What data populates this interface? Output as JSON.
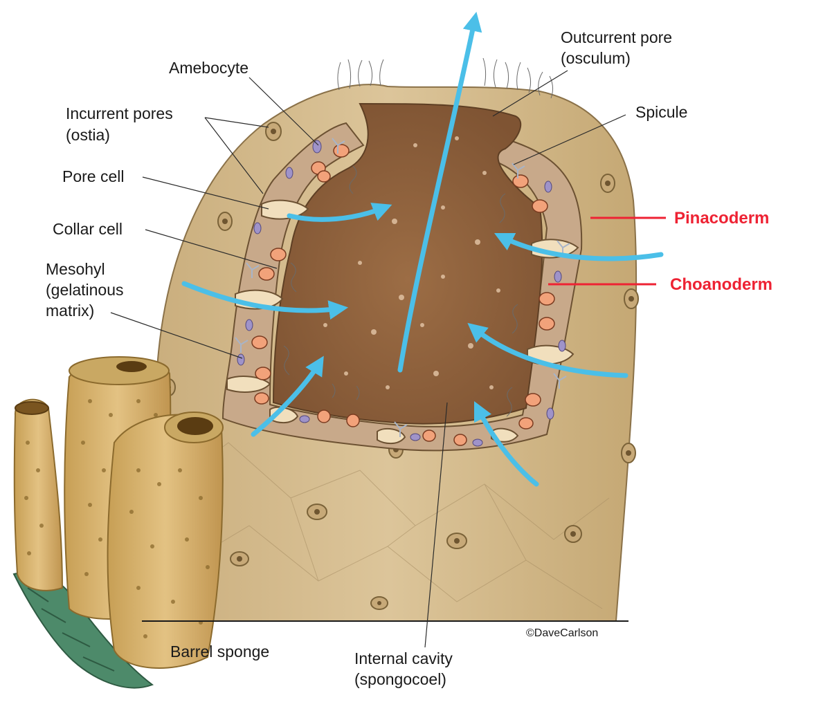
{
  "labels": {
    "outcurrent_pore": [
      "Outcurrent pore",
      "(osculum)"
    ],
    "amebocyte": [
      "Amebocyte"
    ],
    "incurrent_pores": [
      "Incurrent pores",
      "(ostia)"
    ],
    "spicule": [
      "Spicule"
    ],
    "pore_cell": [
      "Pore cell"
    ],
    "collar_cell": [
      "Collar cell"
    ],
    "mesohyl": [
      "Mesohyl",
      "(gelatinous",
      "matrix)"
    ],
    "barrel_sponge": [
      "Barrel sponge"
    ],
    "internal_cavity": [
      "Internal cavity",
      "(spongocoel)"
    ]
  },
  "annotations": {
    "pinacoderm": "Pinacoderm",
    "choanoderm": "Choanoderm"
  },
  "credit": "©DaveCarlson",
  "colors": {
    "body_wall": "#d4bc8e",
    "body_wall_dark": "#b59a68",
    "cavity": "#96673f",
    "water_flow_arrow": "#4bbfe8",
    "collar_cell": "#f2a27a",
    "amebocyte": "#9f93c9",
    "annotation_red": "#ee2233",
    "barrel_sponge": "#d8b46a",
    "seaweed": "#4d8a6a"
  }
}
